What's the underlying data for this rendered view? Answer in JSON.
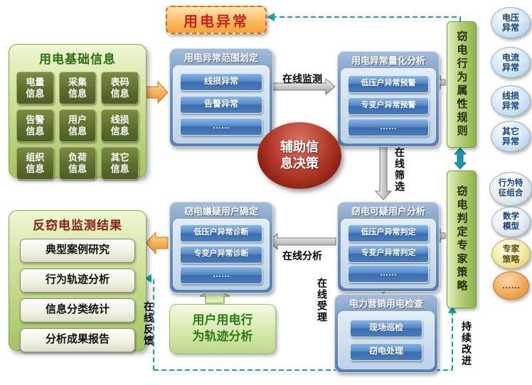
{
  "top_alert": {
    "label": "用电异常"
  },
  "base_info": {
    "title": "用电基础信息",
    "items": [
      "电量信息",
      "采集信息",
      "表码信息",
      "告警信息",
      "用户信息",
      "线损信息",
      "组织信息",
      "负荷信息",
      "其它信息"
    ]
  },
  "scope_box": {
    "title": "用电异常范围划定",
    "items": [
      "线损异常",
      "告警异常",
      "……"
    ]
  },
  "quant_box": {
    "title": "用电异常量化分析",
    "items": [
      "低压户异常预警",
      "专变户异常预警",
      "……"
    ]
  },
  "suspect_box": {
    "title": "窃电嫌疑用户确定",
    "items": [
      "低压户异常诊断",
      "专变户异常诊断",
      "……"
    ]
  },
  "doubt_box": {
    "title": "窃电可疑用户分析",
    "items": [
      "低压户异常判定",
      "专变户异常判定",
      "……"
    ]
  },
  "inspect_box": {
    "title": "电力营销用电检查",
    "items": [
      "现场巡检",
      "窃电处理"
    ]
  },
  "rules_bar": {
    "title": "窃电行为属性规则",
    "bubbles": [
      "电压异常",
      "电流异常",
      "线损异常",
      "其它异常"
    ]
  },
  "expert_bar": {
    "title": "窃电判定专家策略",
    "bubbles": [
      "行为特征组合",
      "数学模型",
      "专家策略",
      "……"
    ]
  },
  "center_ellipse": {
    "label": "辅助信息决策"
  },
  "results_box": {
    "title": "反窃电监测结果",
    "items": [
      "典型案例研究",
      "行为轨迹分析",
      "信息分类统计",
      "分析成果报告"
    ]
  },
  "trajectory_box": {
    "label": "用户用电行为轨迹分析"
  },
  "flow_labels": {
    "monitor": "在线监测",
    "filter": "在线筛选",
    "analyze": "在线分析",
    "accept": "在线受理",
    "feedback": "在线反馈",
    "improve": "持续改进"
  },
  "colors": {
    "teal_line": "#17a2ae",
    "orange_arrow": "#f09030",
    "steel_blue_box": "#5a7fb1",
    "green_box": "#a3c464",
    "decision_red": "#8e2012"
  }
}
